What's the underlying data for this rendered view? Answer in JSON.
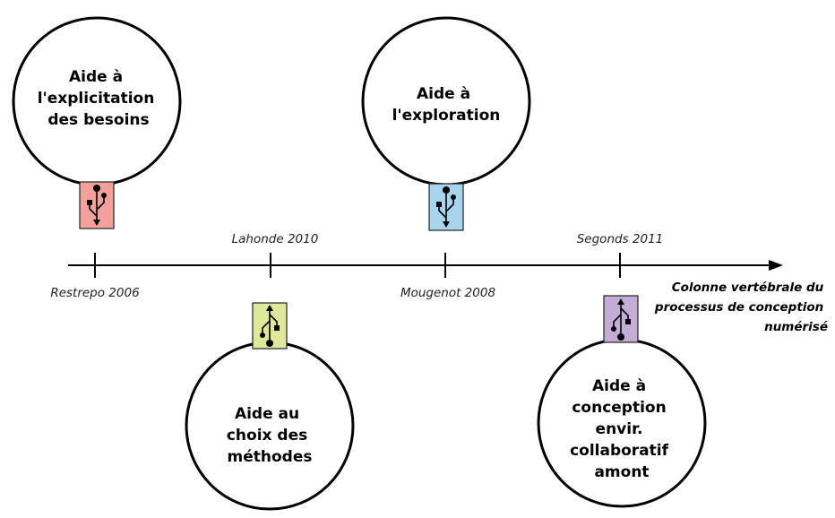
{
  "colors": {
    "stage1": "#f4a09c",
    "stage2": "#dde89a",
    "stage3": "#a8d4ee",
    "stage4": "#c3acd6"
  },
  "axis": {
    "label_lines": [
      "Colonne vertébrale du",
      "processus de conception",
      "numérisé"
    ]
  },
  "stages": [
    {
      "id": "besoins",
      "author": "Restrepo 2006",
      "label_lines": [
        "Aide à",
        "l'explicitation",
        "des besoins"
      ],
      "color_key": "stage1",
      "icon": "usb-icon"
    },
    {
      "id": "methodes",
      "author": "Lahonde 2010",
      "label_lines": [
        "Aide au",
        "choix des",
        "méthodes"
      ],
      "color_key": "stage2",
      "icon": "usb-icon"
    },
    {
      "id": "exploration",
      "author": "Mougenot 2008",
      "label_lines": [
        "Aide à",
        "l'exploration"
      ],
      "color_key": "stage3",
      "icon": "usb-icon"
    },
    {
      "id": "collaboratif",
      "author": "Segonds 2011",
      "label_lines": [
        "Aide à",
        "conception",
        "envir.",
        "collaboratif",
        "amont"
      ],
      "color_key": "stage4",
      "icon": "usb-icon"
    }
  ]
}
